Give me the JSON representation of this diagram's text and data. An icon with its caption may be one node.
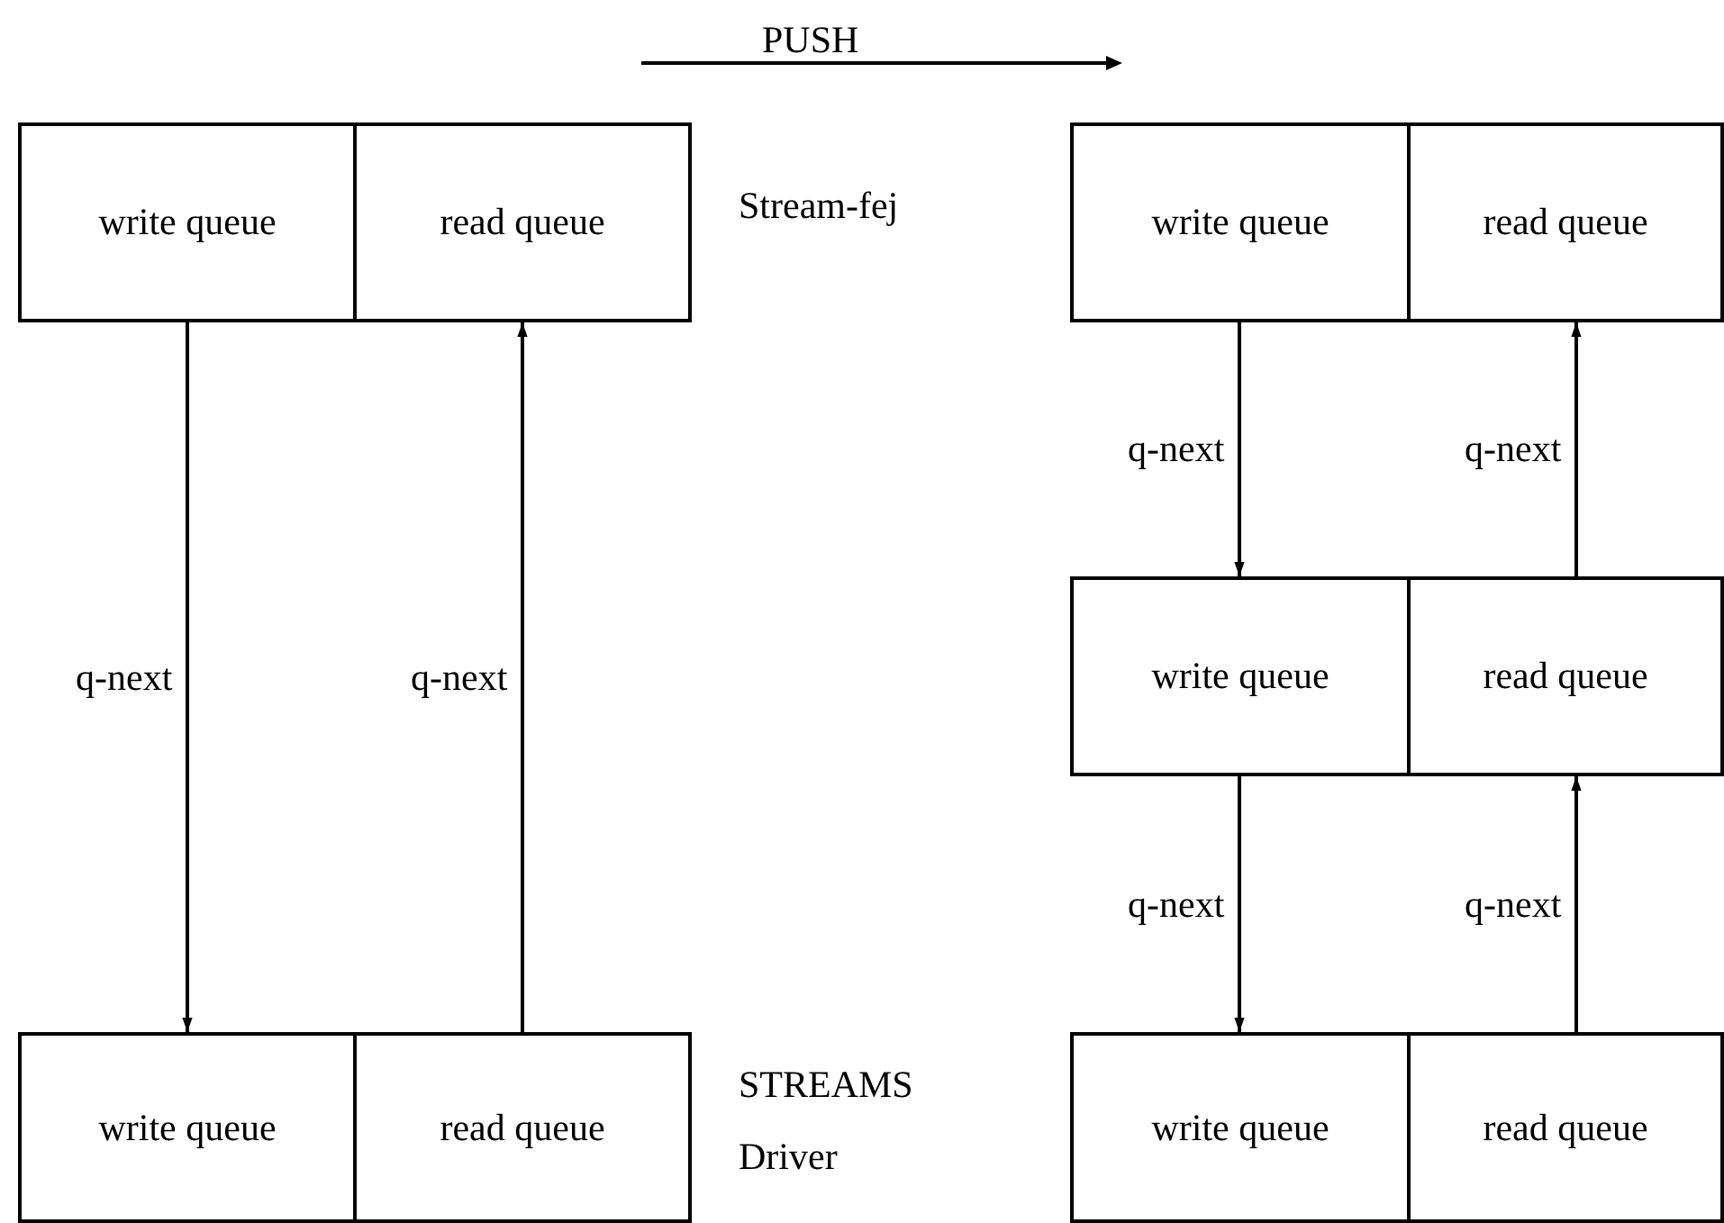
{
  "diagram": {
    "nodes": [
      {
        "text": [
          "write queue"
        ]
      },
      {
        "text": [
          "read queue"
        ]
      },
      {
        "text": [
          "write queue"
        ]
      },
      {
        "text": [
          "read queue"
        ]
      },
      {
        "text": [
          "write queue"
        ]
      },
      {
        "text": [
          "read queue"
        ]
      },
      {
        "text": [
          "write queue"
        ]
      },
      {
        "text": [
          "read queue"
        ]
      },
      {
        "text": [
          "write queue"
        ]
      },
      {
        "text": [
          "read queue"
        ]
      }
    ],
    "edges": [
      {
        "from": 0,
        "to": 2,
        "arrow": "to",
        "label": "q-next"
      },
      {
        "from": 3,
        "to": 1,
        "arrow": "to",
        "label": "q-next"
      },
      {
        "from": 4,
        "to": 6,
        "arrow": "to",
        "label": "q-next"
      },
      {
        "from": 7,
        "to": 5,
        "arrow": "to",
        "label": "q-next"
      },
      {
        "from": 6,
        "to": 8,
        "arrow": "to",
        "label": "q-next"
      },
      {
        "from": 9,
        "to": 7,
        "arrow": "to",
        "label": "q-next"
      }
    ],
    "labels": [
      "PUSH",
      "Stream-fej",
      "STREAMS Driver"
    ]
  }
}
